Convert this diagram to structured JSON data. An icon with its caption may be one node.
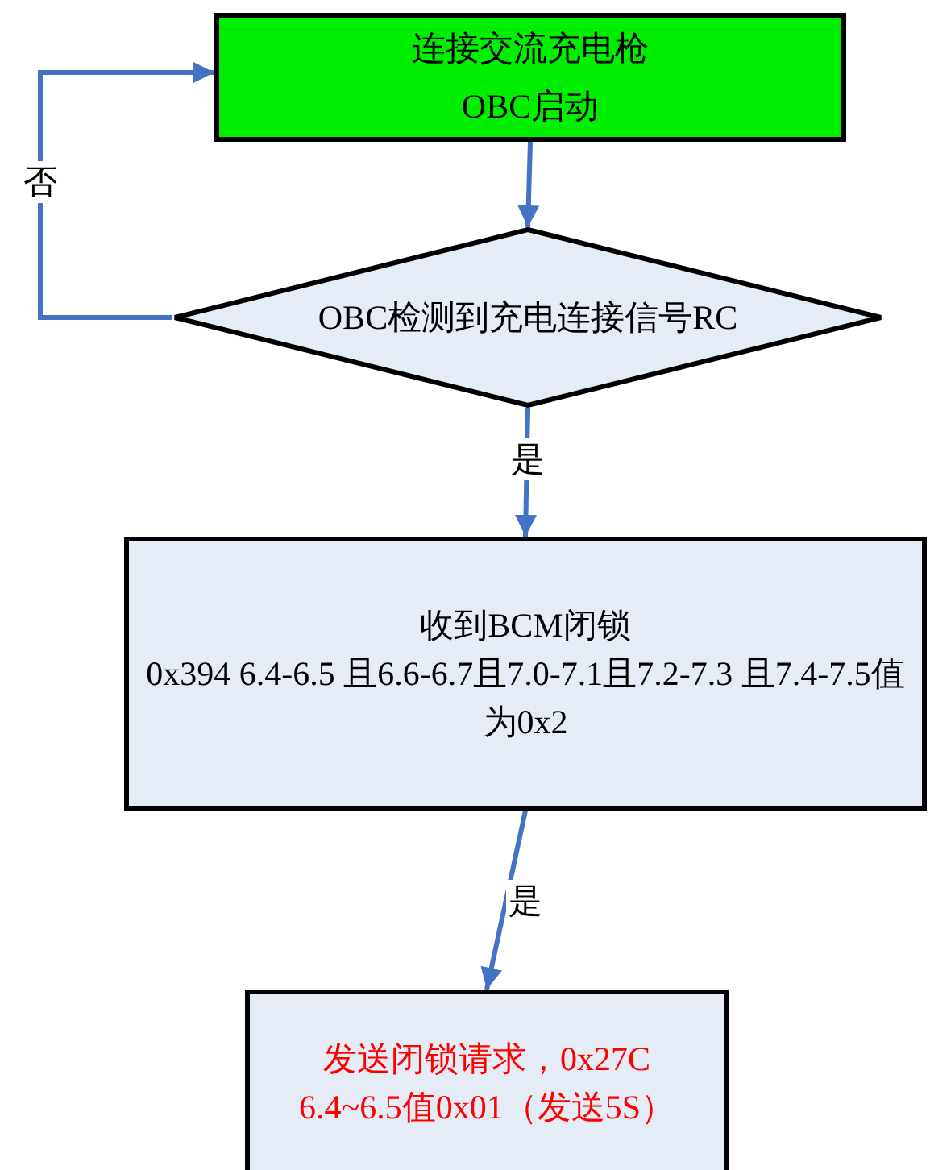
{
  "diagram": {
    "nodes": [
      {
        "text": [
          "连接交流充电枪 OBC启动"
        ]
      },
      {
        "text": [
          "OBC检测到充电连接信号RC"
        ]
      },
      {
        "text": [
          "收到BCM闭锁",
          "0x394 6.4-6.5 且6.6-6.7且7.0-7.1且7.2-7.3 且7.4-7.5值为0x2"
        ]
      },
      {
        "text": [
          "发送闭锁请求，0x27C 6.4~6.5值0x01（发送5S）"
        ]
      }
    ],
    "edges": [
      {
        "from": 0,
        "to": 1,
        "arrow": "to"
      },
      {
        "from": 1,
        "to": 0,
        "arrow": "to",
        "label": "否"
      },
      {
        "from": 1,
        "to": 2,
        "arrow": "to",
        "label": "是"
      },
      {
        "from": 2,
        "to": 3,
        "arrow": "to",
        "label": "是"
      }
    ]
  }
}
